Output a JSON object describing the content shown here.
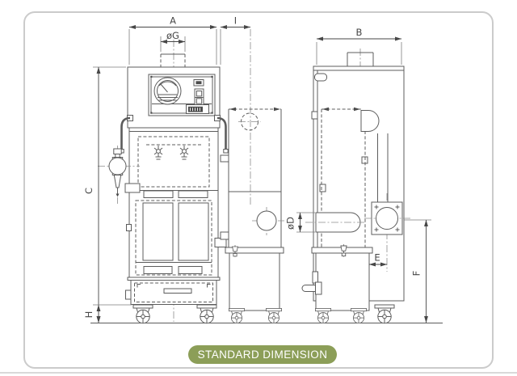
{
  "page": {
    "background": "#ffffff",
    "panel_border": "#cbcbcb",
    "divider_color": "#d9d9d9"
  },
  "drawing": {
    "line_color": "#5c5c5c",
    "dim_color": "#474747",
    "dimensions": {
      "a": "A",
      "i": "I",
      "g": "øG",
      "b": "B",
      "c": "C",
      "h": "H",
      "d": "øD",
      "e": "E",
      "f": "F"
    }
  },
  "footer": {
    "button_label": "STANDARD DIMENSION",
    "button_color": "#8c9e58",
    "button_text_color": "#ffffff"
  }
}
